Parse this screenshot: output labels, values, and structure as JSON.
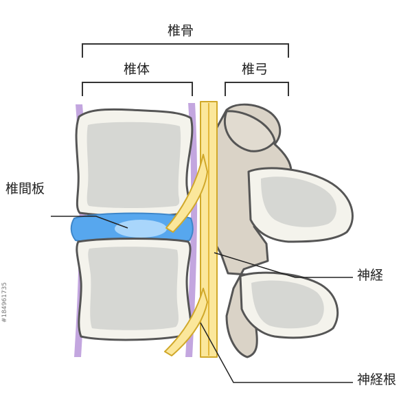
{
  "labels": {
    "vertebra": "椎骨",
    "vertebral_body": "椎体",
    "vertebral_arch": "椎弓",
    "intervertebral_disc": "椎間板",
    "nerve": "神経",
    "nerve_root": "神経根"
  },
  "watermark": "#184961735",
  "colors": {
    "outline": "#555555",
    "bone_outer": "#f4f3ec",
    "bone_inner": "#d6d7d3",
    "arch": "#dad3c7",
    "disc": "#57a7ee",
    "disc_core": "#a9d6fb",
    "ligament": "#c3a6df",
    "nerve": "#fbe79b",
    "nerve_stroke": "#d0a82a"
  }
}
